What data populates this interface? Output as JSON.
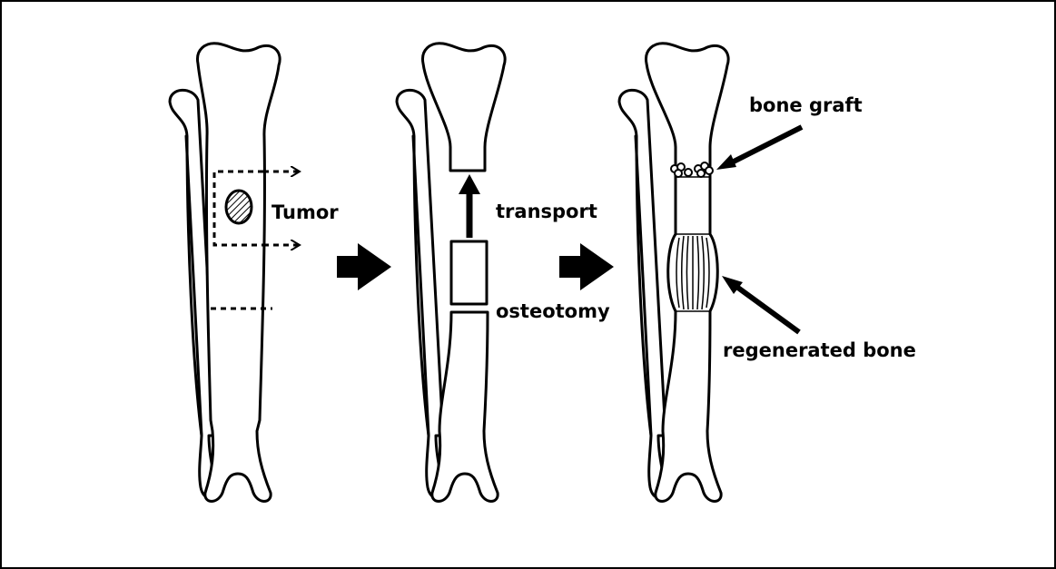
{
  "labels": {
    "tumor": "Tumor",
    "transport": "transport",
    "osteotomy": "osteotomy",
    "bone_graft": "bone graft",
    "regenerated_bone": "regenerated bone"
  },
  "colors": {
    "ink": "#000000",
    "background": "#ffffff"
  }
}
